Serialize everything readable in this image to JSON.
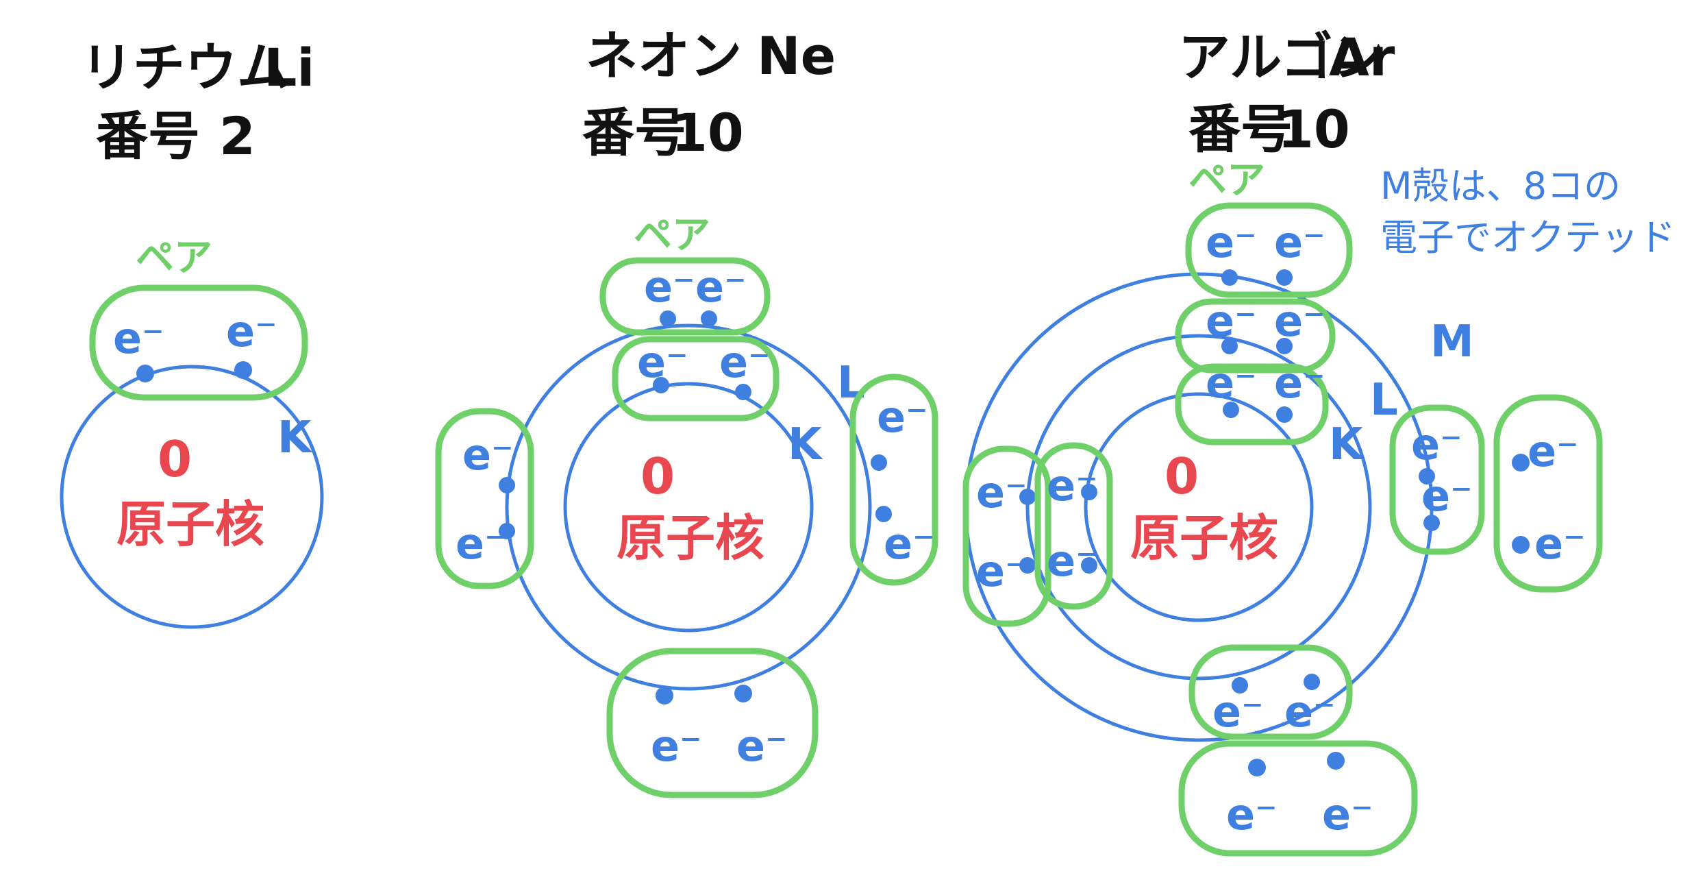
{
  "atoms": [
    {
      "name": "リチウム",
      "symbol": "Li",
      "number_label": "番号",
      "number": "2",
      "pair_label": "ペア",
      "nucleus_zero": "0",
      "nucleus_label": "原子核",
      "shells": [
        "K"
      ],
      "electron": "e⁻"
    },
    {
      "name": "ネオン",
      "symbol": "Ne",
      "number_label": "番号",
      "number": "10",
      "pair_label": "ペア",
      "nucleus_zero": "0",
      "nucleus_label": "原子核",
      "shells": [
        "K",
        "L"
      ],
      "electron": "e⁻"
    },
    {
      "name": "アルゴン",
      "symbol": "Ar",
      "number_label": "番号",
      "number": "10",
      "pair_label": "ペア",
      "nucleus_zero": "0",
      "nucleus_label": "原子核",
      "shells": [
        "K",
        "L",
        "M"
      ],
      "electron": "e⁻"
    }
  ],
  "note": {
    "line1": "M殻は、8コの",
    "line2": "電子でオクテッド"
  },
  "colors": {
    "orbit": "#3f7fe0",
    "pair": "#6fd06a",
    "nucleus": "#e8474f",
    "title": "#111111"
  }
}
